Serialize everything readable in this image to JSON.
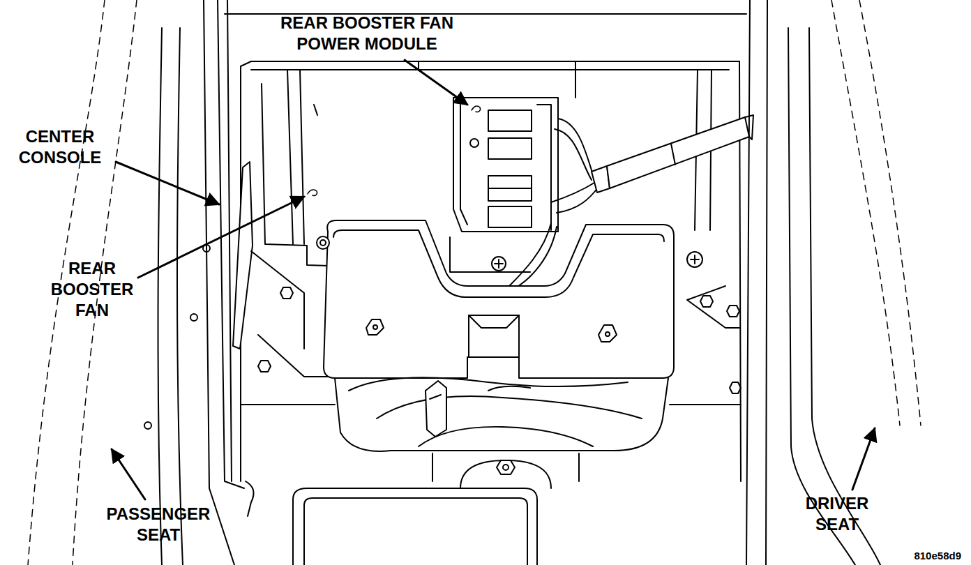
{
  "diagram": {
    "labels": [
      "REAR BOOSTER FAN POWER MODULE",
      "CENTER CONSOLE",
      "REAR BOOSTER FAN",
      "PASSENGER SEAT",
      "DRIVER SEAT",
      "810e58d9"
    ]
  }
}
